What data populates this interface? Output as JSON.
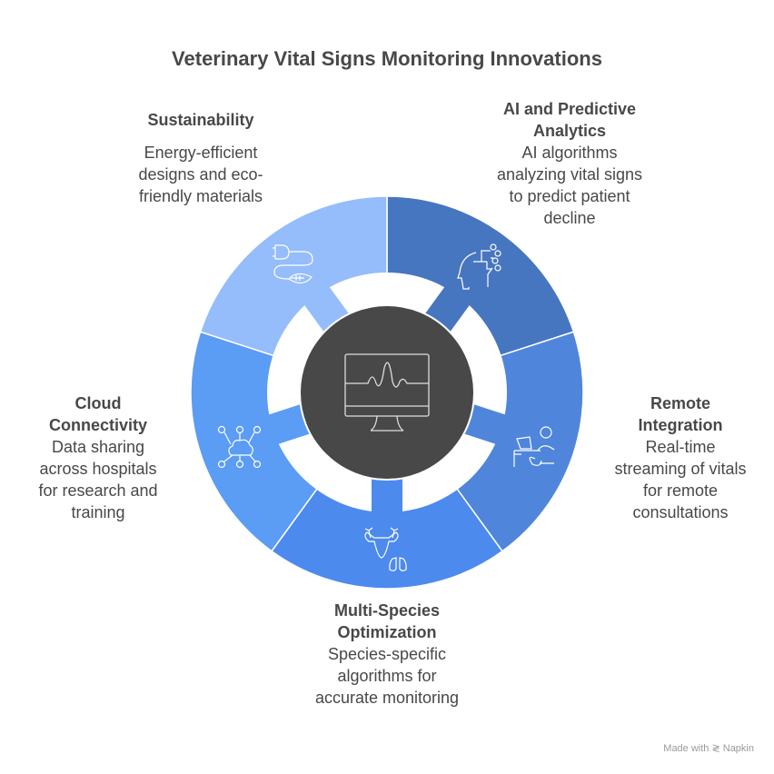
{
  "title": "Veterinary Vital Signs Monitoring Innovations",
  "segments": [
    {
      "heading": "AI and Predictive Analytics",
      "text": "AI algorithms analyzing vital signs to predict patient decline",
      "color": "#4776c0",
      "icon": "ai-head-network-icon"
    },
    {
      "heading": "Remote Integration",
      "text": "Real-time streaming of vitals for remote consultations",
      "color": "#4f86db",
      "icon": "remote-consultation-icon"
    },
    {
      "heading": "Multi-Species Optimization",
      "text": "Species-specific algorithms for accurate monitoring",
      "color": "#4d8aee",
      "icon": "deer-lungs-icon"
    },
    {
      "heading": "Cloud Connectivity",
      "text": "Data sharing across hospitals for research and training",
      "color": "#5b9cf5",
      "icon": "cloud-network-icon"
    },
    {
      "heading": "Sustainability",
      "text": "Energy-efficient designs and eco-friendly materials",
      "color": "#95bdfc",
      "icon": "plug-leaf-icon"
    }
  ],
  "center": {
    "color": "#484848",
    "icon": "vital-monitor-icon"
  },
  "footer": "Made with ≷ Napkin"
}
